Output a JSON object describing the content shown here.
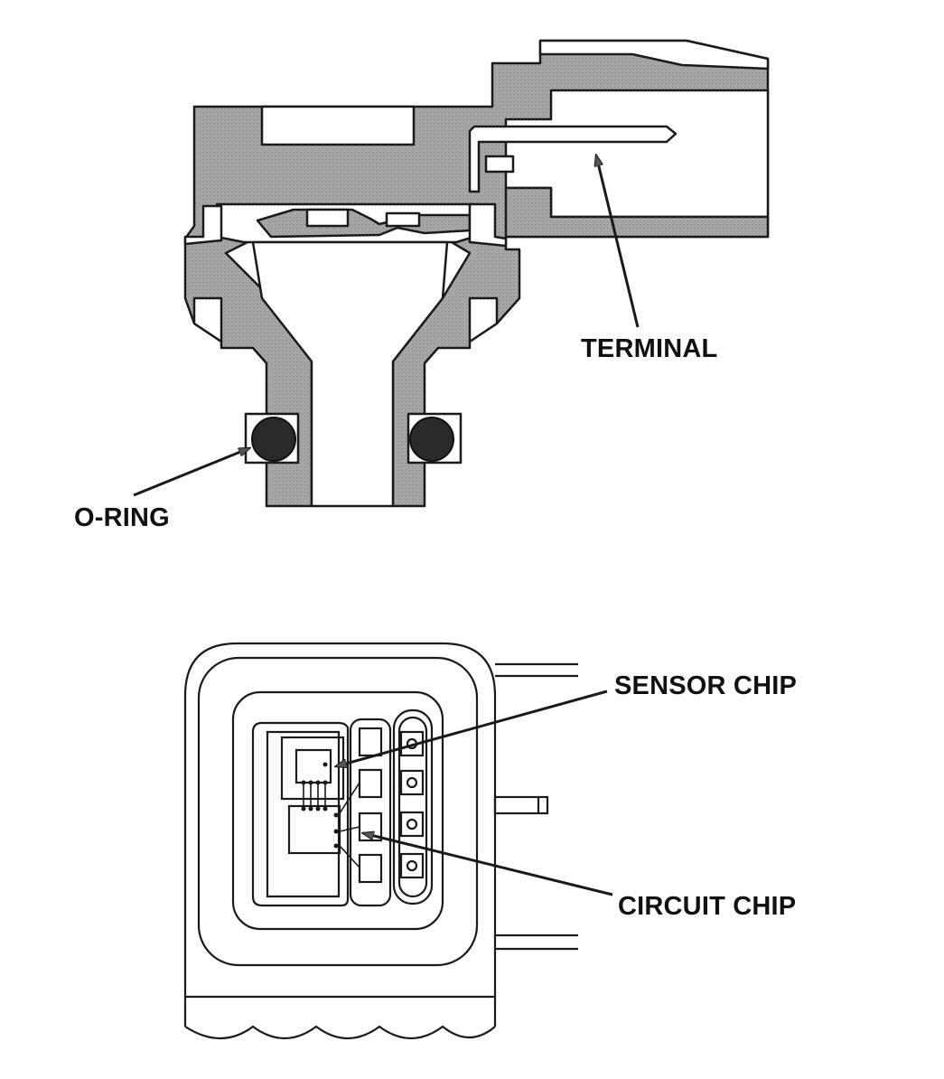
{
  "labels": {
    "terminal": "TERMINAL",
    "o_ring": "O-RING",
    "sensor_chip": "SENSOR CHIP",
    "circuit_chip": "CIRCUIT CHIP"
  },
  "colors": {
    "body_fill": "#a3a3a3",
    "ink": "#1a1a1a",
    "o_ring_fill": "#2a2a2a",
    "background": "#ffffff"
  }
}
